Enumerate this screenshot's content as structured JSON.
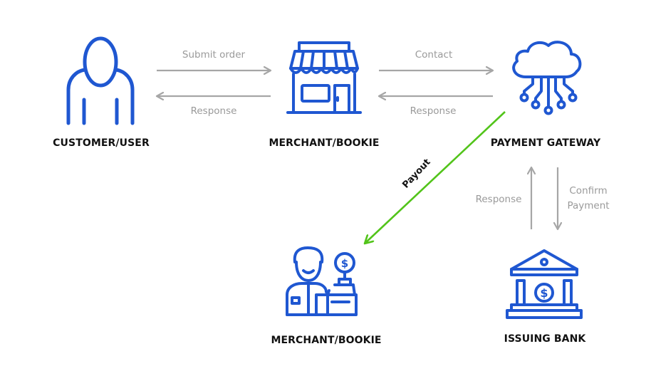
{
  "colors": {
    "icon": "#1f57d1",
    "arrow": "#a6a6a6",
    "payout_arrow": "#52c41a",
    "label": "#111111",
    "edge_label": "#9a9a9a"
  },
  "nodes": {
    "customer": {
      "label": "CUSTOMER/USER",
      "icon": "user-icon"
    },
    "merchant_top": {
      "label": "MERCHANT/BOOKIE",
      "icon": "storefront-icon"
    },
    "gateway": {
      "label": "PAYMENT GATEWAY",
      "icon": "cloud-network-icon"
    },
    "merchant_bottom": {
      "label": "MERCHANT/BOOKIE",
      "icon": "cashier-icon"
    },
    "bank": {
      "label": "ISSUING BANK",
      "icon": "bank-icon"
    }
  },
  "edges": {
    "submit_order": "Submit order",
    "response_1": "Response",
    "contact": "Contact",
    "response_2": "Response",
    "payout": "Payout",
    "response_3": "Response",
    "confirm_line1": "Confirm",
    "confirm_line2": "Payment"
  }
}
